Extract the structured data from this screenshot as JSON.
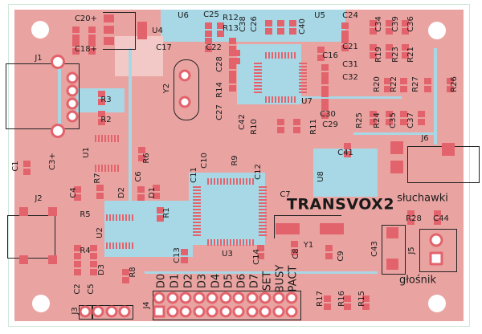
{
  "board": {
    "title": "TRANSVOX2",
    "colors": {
      "board": "#e9a4a2",
      "copper": "#a8d8e6",
      "pad": "#e2636c",
      "silkscreen": "#1a1a1a"
    },
    "connector_labels": {
      "headphones": "słuchawki",
      "speaker": "głośnik"
    },
    "header_pins": [
      "D0",
      "D1",
      "D2",
      "D3",
      "D4",
      "D5",
      "D6",
      "D7",
      "SET",
      "BUSY",
      "PACT"
    ]
  },
  "refs": [
    "J1",
    "C20+",
    "C18+",
    "U4",
    "U6",
    "C25",
    "R12",
    "R13",
    "C17",
    "C22",
    "C28",
    "R14",
    "C27",
    "Y2",
    "R3",
    "R2",
    "U1",
    "R6",
    "C1",
    "C3+",
    "C10",
    "R9",
    "C38",
    "C26",
    "C40",
    "U5",
    "C24",
    "C21",
    "C16",
    "C31",
    "C32",
    "U7",
    "C30",
    "C29",
    "R11",
    "C42",
    "R10",
    "C34",
    "C39",
    "C36",
    "R19",
    "R23",
    "R21",
    "R20",
    "R22",
    "R27",
    "R26",
    "R25",
    "R24",
    "C35",
    "C37",
    "J6",
    "C41",
    "U8",
    "C11",
    "C12",
    "C6",
    "D1",
    "R1",
    "R7",
    "D2",
    "C4",
    "J2",
    "R5",
    "R4",
    "U2",
    "C13",
    "U3",
    "D3",
    "R8",
    "C2",
    "C5",
    "J3",
    "J4",
    "C8",
    "C14",
    "C7",
    "Y1",
    "C9",
    "R28",
    "C44",
    "C43",
    "J5",
    "R17",
    "R16",
    "R15"
  ]
}
